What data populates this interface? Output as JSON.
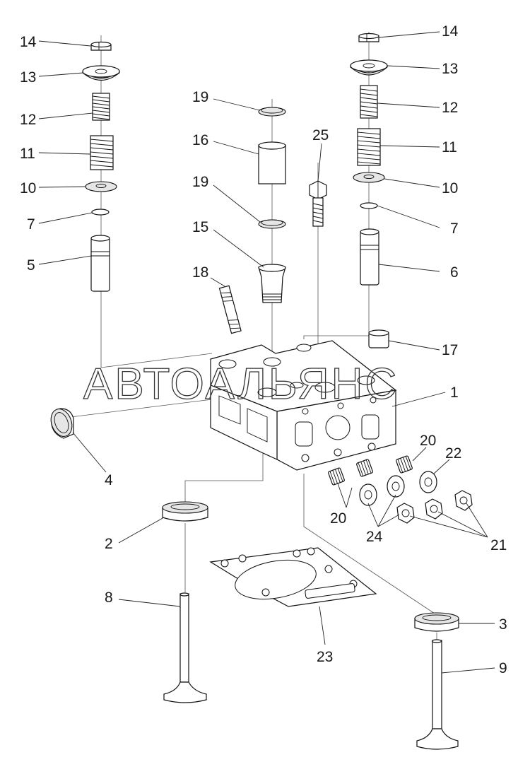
{
  "watermark": "АВТОАЛЬЯНС",
  "callouts": {
    "c14l": "14",
    "c13l": "13",
    "c12l": "12",
    "c11l": "11",
    "c10l": "10",
    "c7l": "7",
    "c5": "5",
    "c19a": "19",
    "c16": "16",
    "c19b": "19",
    "c15": "15",
    "c18": "18",
    "c25": "25",
    "c14r": "14",
    "c13r": "13",
    "c12r": "12",
    "c11r": "11",
    "c10r": "10",
    "c7r": "7",
    "c6": "6",
    "c17": "17",
    "c1": "1",
    "c4": "4",
    "c20a": "20",
    "c22": "22",
    "c20b": "20",
    "c24": "24",
    "c21": "21",
    "c2": "2",
    "c8": "8",
    "c23": "23",
    "c3": "3",
    "c9": "9"
  }
}
